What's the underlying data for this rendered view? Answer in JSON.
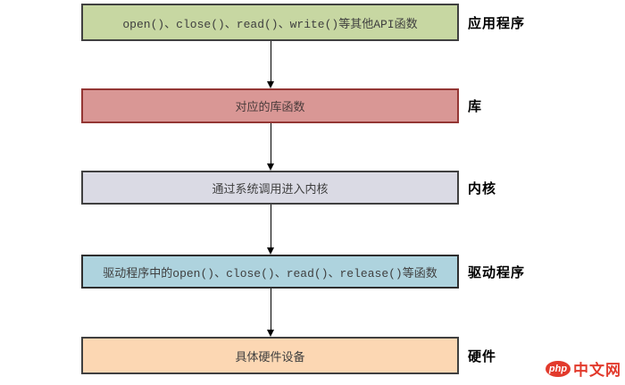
{
  "diagram": {
    "arrow_color": "#000000",
    "layers": [
      {
        "box_text": "open()、close()、read()、write()等其他API函数",
        "side_label": "应用程序",
        "fill_color": "#c7d7a2",
        "border_color": "#404040",
        "text_color": "#3f3f3f"
      },
      {
        "box_text": "对应的库函数",
        "side_label": "库",
        "fill_color": "#d99795",
        "border_color": "#943634",
        "text_color": "#4a3b3b"
      },
      {
        "box_text": "通过系统调用进入内核",
        "side_label": "内核",
        "fill_color": "#dadae4",
        "border_color": "#404040",
        "text_color": "#3f3f3f"
      },
      {
        "box_text": "驱动程序中的open()、close()、read()、release()等函数",
        "side_label": "驱动程序",
        "fill_color": "#aed3de",
        "border_color": "#2e2e2e",
        "text_color": "#3f3f3f"
      },
      {
        "box_text": "具体硬件设备",
        "side_label": "硬件",
        "fill_color": "#fcd7b3",
        "border_color": "#404040",
        "text_color": "#3f3f3f"
      }
    ]
  },
  "watermark": {
    "logo_text": "php",
    "site_text": "中文网",
    "brand_color": "#e23a2c"
  }
}
